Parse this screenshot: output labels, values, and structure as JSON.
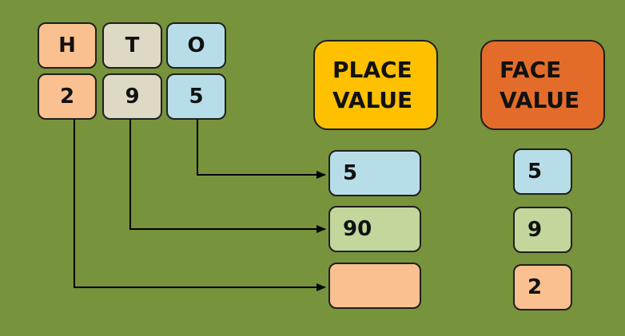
{
  "colors": {
    "background": "#77933c",
    "hundreds": "#fac090",
    "tens": "#ddd9c4",
    "ones": "#b7dee8",
    "tens_value": "#c3d69b",
    "place_value_header": "#ffc000",
    "face_value_header": "#e46c2a",
    "line": "#000000"
  },
  "place_chart": {
    "headers": [
      "H",
      "T",
      "O"
    ],
    "digits": [
      "2",
      "9",
      "5"
    ]
  },
  "place_value": {
    "title_line1": "PLACE",
    "title_line2": "VALUE",
    "values": [
      "5",
      "90",
      ""
    ]
  },
  "face_value": {
    "title_line1": "FACE",
    "title_line2": "VALUE",
    "values": [
      "5",
      "9",
      "2"
    ]
  }
}
